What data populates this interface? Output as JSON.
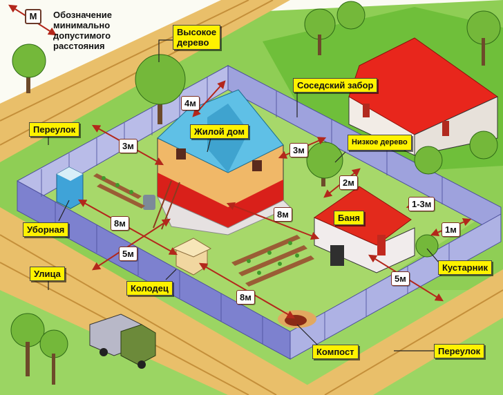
{
  "legend": {
    "symbol": "М",
    "lines": [
      "Обозначение",
      "минимально",
      "допустимого",
      "расстояния"
    ]
  },
  "labels": {
    "tall_tree": [
      "Высокое",
      "дерево"
    ],
    "lane_top": "Переулок",
    "house": "Жилой дом",
    "neighbor_fence": "Соседский забор",
    "low_tree": "Низкое дерево",
    "toilet": "Уборная",
    "bathhouse": "Баня",
    "street": "Улица",
    "well": "Колодец",
    "shrub": "Кустарник",
    "compost": "Компост",
    "lane_bottom": "Переулок"
  },
  "distances": {
    "house_to_tall_tree": "4м",
    "house_to_lane": "3м",
    "house_to_neighbor_fence": "3м",
    "low_tree_to_fence": "2м",
    "bath_to_fence": "1-3м",
    "shrub_to_fence": "1м",
    "toilet_to_well": "8м",
    "house_to_bath": "8м",
    "well_to_street": "5м",
    "bath_to_lane": "5м",
    "well_to_compost": "8м"
  },
  "colors": {
    "label_bg": "#fff200",
    "arrow": "#b3271b",
    "grass": "#7cc444",
    "road": "#e9bf6a",
    "fence": "#8f93d6",
    "house_roof": "#5fc0e6",
    "neighbor_roof": "#e8261c",
    "bath_roof": "#e32a1c"
  }
}
